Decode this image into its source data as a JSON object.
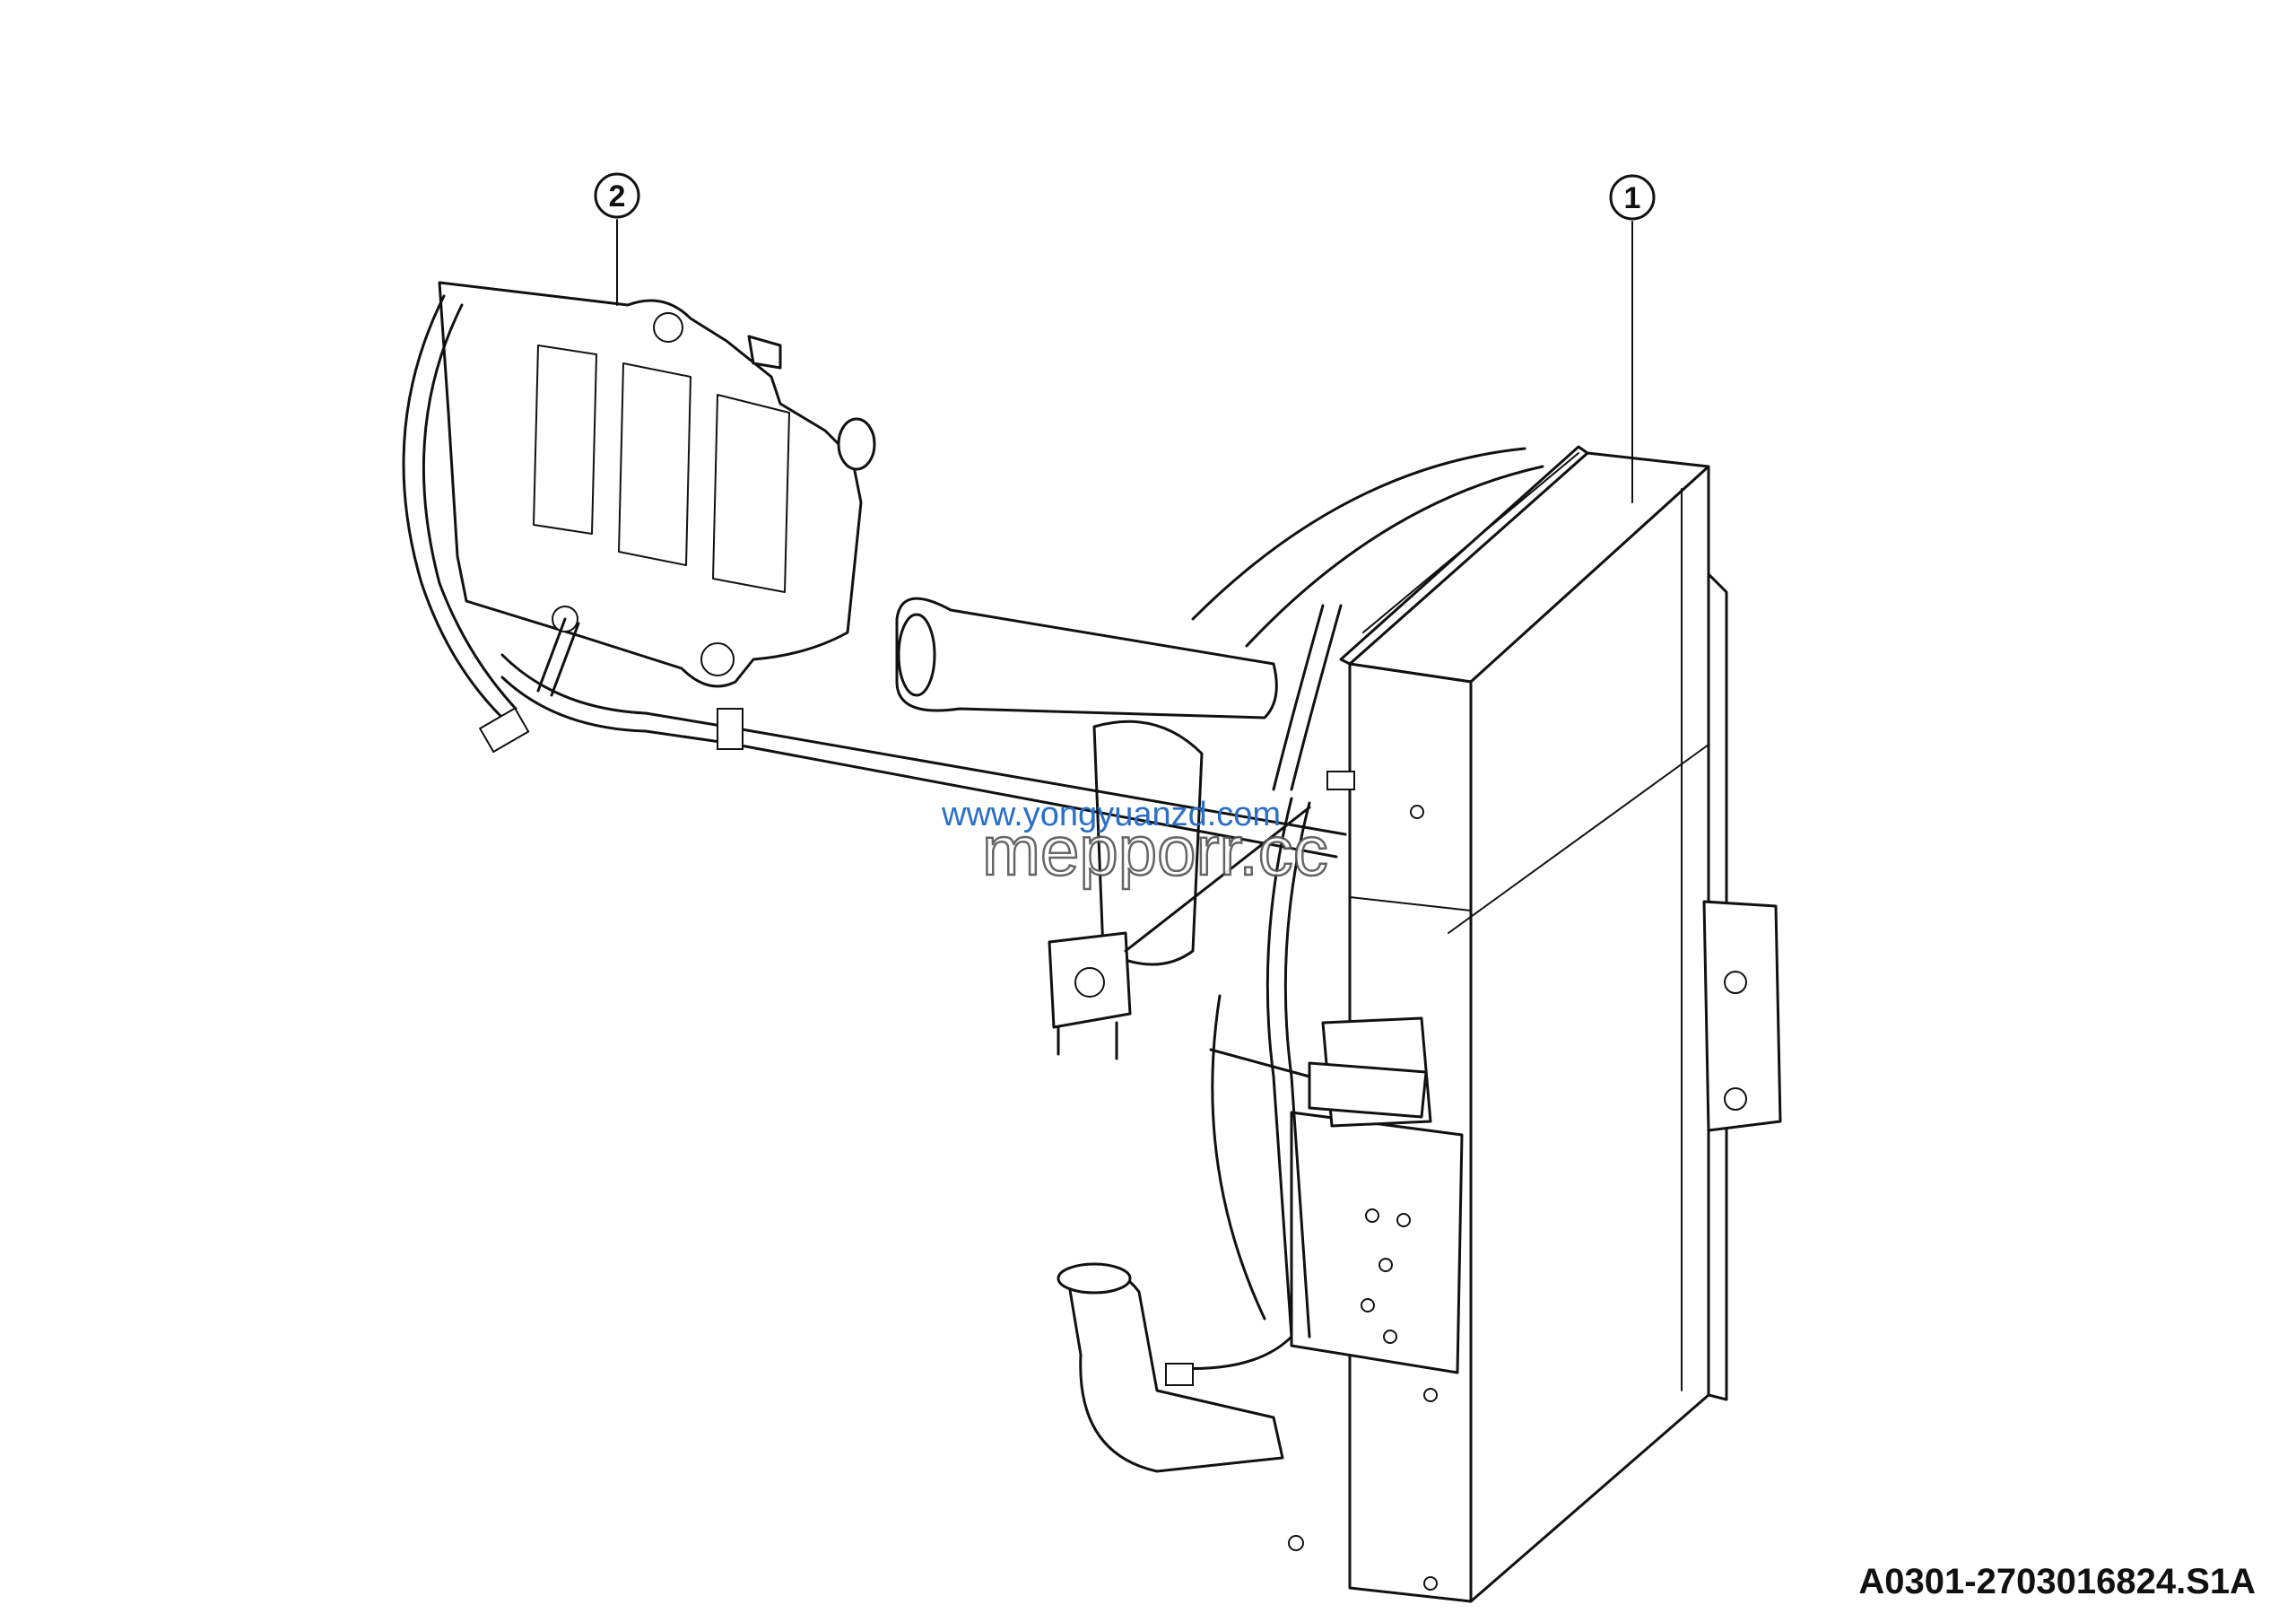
{
  "callouts": [
    {
      "label": "2",
      "part": "expansion-tank"
    },
    {
      "label": "1",
      "part": "radiator-cooler-assembly"
    }
  ],
  "watermark": {
    "url_text": "www.yongyuanzd.com",
    "brand_text": "mepporr.cc"
  },
  "figure_code": "A0301-2703016824.S1A"
}
